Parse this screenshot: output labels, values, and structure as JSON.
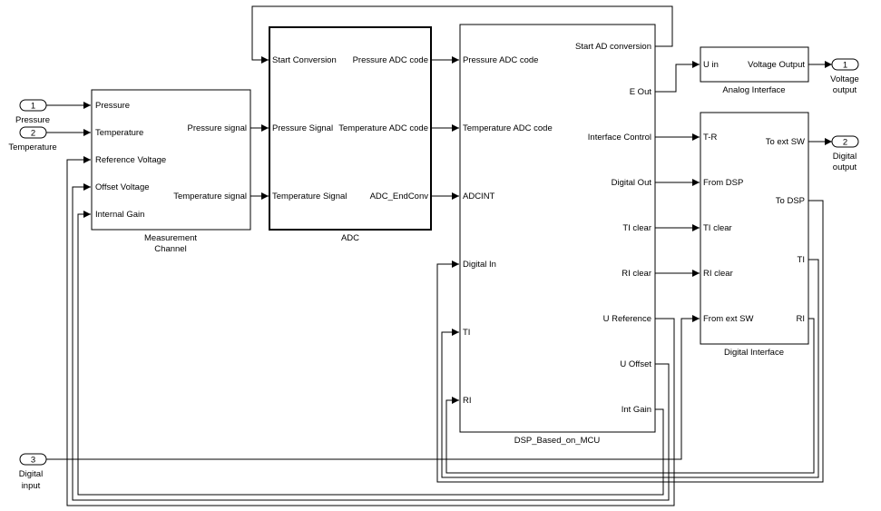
{
  "blocks": {
    "measurement": {
      "title_line1": "Measurement",
      "title_line2": "Channel",
      "in_ports": [
        "Pressure",
        "Temperature",
        "Reference Voltage",
        "Offset  Voltage",
        "Internal Gain"
      ],
      "out_ports": [
        "Pressure signal",
        "Temperature  signal"
      ]
    },
    "adc": {
      "title": "ADC",
      "in_ports": [
        "Start Conversion",
        "Pressure Signal",
        "Temperature Signal"
      ],
      "out_ports": [
        "Pressure ADC code",
        "Temperature ADC code",
        "ADC_EndConv"
      ]
    },
    "dsp": {
      "title": "DSP_Based_on_MCU",
      "in_ports": [
        "Pressure  ADC code",
        "Temperature  ADC code",
        "ADCINT",
        "Digital In",
        "TI",
        "RI"
      ],
      "out_ports": [
        "Start AD conversion",
        "E Out",
        "Interface Control",
        "Digital Out",
        "TI clear",
        "RI clear",
        "U Reference",
        "U Offset",
        "Int Gain"
      ]
    },
    "analog": {
      "title": "Analog Interface",
      "in_port": "U in",
      "out_port": "Voltage Output"
    },
    "digital": {
      "title": "Digital Interface",
      "in_ports": [
        "T-R",
        "From DSP",
        "TI clear",
        "RI clear",
        "From ext SW"
      ],
      "out_ports": [
        "To ext SW",
        "To DSP",
        "TI",
        "RI"
      ]
    }
  },
  "inports": [
    {
      "number": "1",
      "label": "Pressure"
    },
    {
      "number": "2",
      "label": "Temperature"
    },
    {
      "number": "3",
      "label_line1": "Digital",
      "label_line2": "input"
    }
  ],
  "outports": [
    {
      "number": "1",
      "label_line1": "Voltage",
      "label_line2": "output"
    },
    {
      "number": "2",
      "label_line1": "Digital",
      "label_line2": "output"
    }
  ]
}
